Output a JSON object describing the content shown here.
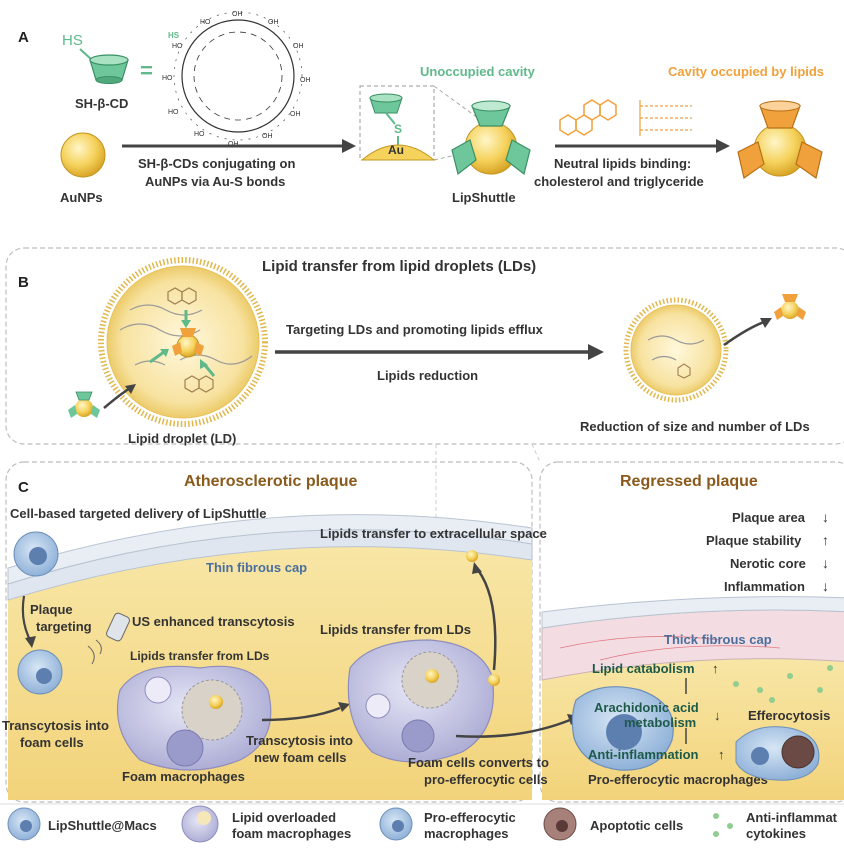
{
  "panel_a": {
    "letter": "A",
    "sh_label": "HS",
    "cd_sh_label": "HS",
    "equals": "=",
    "sh_cd_label": "SH-β-CD",
    "aunps_label": "AuNPs",
    "conj_line1": "SH-β-CDs conjugating on",
    "conj_line2": "AuNPs via Au-S bonds",
    "s_label": "S",
    "au_label": "Au",
    "unoccupied": "Unoccupied cavity",
    "occupied": "Cavity occupied by lipids",
    "lipshuttle": "LipShuttle",
    "binding_line1": "Neutral lipids binding:",
    "binding_line2": "cholesterol and triglyceride",
    "oh": "OH",
    "ho": "HO"
  },
  "panel_b": {
    "letter": "B",
    "title": "Lipid transfer from lipid droplets (LDs)",
    "arrow_top": "Targeting LDs and promoting lipids efflux",
    "arrow_bottom": "Lipids reduction",
    "ld_label": "Lipid droplet (LD)",
    "reduction": "Reduction of size and number of LDs"
  },
  "panel_c": {
    "letter": "C",
    "athero_title": "Atherosclerotic plaque",
    "regressed_title": "Regressed plaque",
    "delivery": "Cell-based targeted delivery of LipShuttle",
    "extracellular": "Lipids transfer to extracellular space",
    "thin_cap": "Thin fibrous cap",
    "thick_cap": "Thick fibrous cap",
    "plaque_targeting_1": "Plaque",
    "plaque_targeting_2": "targeting",
    "us": "US enhanced transcytosis",
    "lipids_from_lds_1": "Lipids transfer from LDs",
    "lipids_from_lds_2": "Lipids transfer from LDs",
    "transcytosis_1a": "Transcytosis into",
    "transcytosis_1b": "foam cells",
    "transcytosis_2a": "Transcytosis into",
    "transcytosis_2b": "new foam cells",
    "foam_macrophages": "Foam macrophages",
    "foam_converts_1": "Foam cells converts to",
    "foam_converts_2": "pro-efferocytic cells",
    "outcomes": [
      {
        "text": "Plaque area",
        "arrow": "↓"
      },
      {
        "text": "Plaque stability",
        "arrow": "↑"
      },
      {
        "text": "Nerotic core",
        "arrow": "↓"
      },
      {
        "text": "Inflammation",
        "arrow": "↓"
      }
    ],
    "lipid_catabolism": "Lipid catabolism",
    "arachidonic_1": "Arachidonic acid",
    "arachidonic_2": "metabolism",
    "anti_inflammation": "Anti-inflammation",
    "up_arrow": "↑",
    "down_arrow": "↓",
    "efferocytosis": "Efferocytosis",
    "pro_efferocytic": "Pro-efferocytic macrophages"
  },
  "legend": [
    {
      "line1": "LipShuttle@Macs",
      "line2": ""
    },
    {
      "line1": "Lipid overloaded",
      "line2": "foam macrophages"
    },
    {
      "line1": "Pro-efferocytic",
      "line2": "macrophages"
    },
    {
      "line1": "Apoptotic cells",
      "line2": ""
    },
    {
      "line1": "Anti-inflammat",
      "line2": "cytokines"
    }
  ],
  "colors": {
    "green": "#5fb98a",
    "orange": "#f0a13c",
    "gold": "#f5d25c",
    "brown_title": "#8a5a1c",
    "cell_purple": "#b9b8dc",
    "plaque_yellow": "#f4dc8e",
    "text_dark": "#333333",
    "cap_blue": "#4a6f9e"
  }
}
